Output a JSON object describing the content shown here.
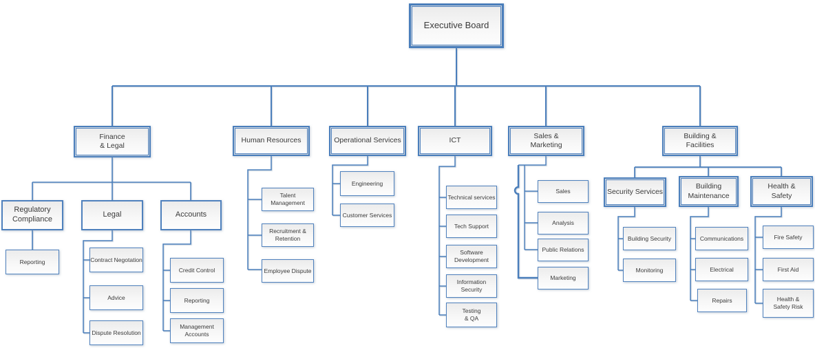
{
  "colors": {
    "accent_border": "#4f81bd",
    "connector_line": "#4a7ebb",
    "box_fill_top": "#ececec",
    "box_fill_bottom": "#fdfdfd",
    "text": "#3a3a3a",
    "background": "#ffffff"
  },
  "org_tree": {
    "label": "Executive Board",
    "children": [
      {
        "label": "Finance\n& Legal",
        "children": [
          {
            "label": "Regulatory\nCompliance",
            "children": [
              {
                "label": "Reporting"
              }
            ]
          },
          {
            "label": "Legal",
            "children": [
              {
                "label": "Contract Negotation"
              },
              {
                "label": "Advice"
              },
              {
                "label": "Dispute Resolution"
              }
            ]
          },
          {
            "label": "Accounts",
            "children": [
              {
                "label": "Credit Control"
              },
              {
                "label": "Reporting"
              },
              {
                "label": "Management Accounts"
              }
            ]
          }
        ]
      },
      {
        "label": "Human Resources",
        "children": [
          {
            "label": "Talent Management"
          },
          {
            "label": "Recruitment &\nRetention"
          },
          {
            "label": "Employee Dispute"
          }
        ]
      },
      {
        "label": "Operational Services",
        "children": [
          {
            "label": "Engineering"
          },
          {
            "label": "Customer Services"
          }
        ]
      },
      {
        "label": "ICT",
        "children": [
          {
            "label": "Technical services"
          },
          {
            "label": "Tech Support"
          },
          {
            "label": "Software\nDevelopment"
          },
          {
            "label": "Information Security"
          },
          {
            "label": "Testing\n& QA"
          }
        ]
      },
      {
        "label": "Sales &\nMarketing",
        "children": [
          {
            "label": "Sales"
          },
          {
            "label": "Analysis"
          },
          {
            "label": "Public Relations"
          },
          {
            "label": "Marketing"
          }
        ]
      },
      {
        "label": "Building &\nFacilities",
        "children": [
          {
            "label": "Security Services",
            "children": [
              {
                "label": "Building Security"
              },
              {
                "label": "Monitoring"
              }
            ]
          },
          {
            "label": "Building\nMaintenance",
            "children": [
              {
                "label": "Communications"
              },
              {
                "label": "Electrical"
              },
              {
                "label": "Repairs"
              }
            ]
          },
          {
            "label": "Health &\nSafety",
            "children": [
              {
                "label": "Fire Safety"
              },
              {
                "label": "First Aid"
              },
              {
                "label": "Health &\nSafety Risk"
              }
            ]
          }
        ]
      }
    ]
  }
}
